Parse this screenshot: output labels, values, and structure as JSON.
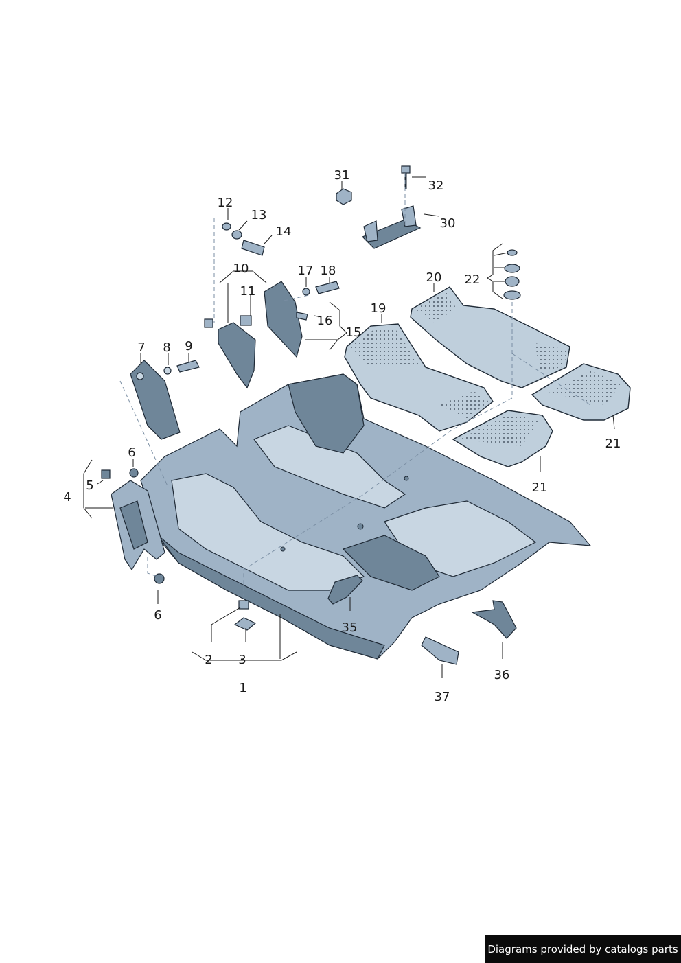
{
  "callouts": [
    {
      "id": "1",
      "text": "1"
    },
    {
      "id": "2",
      "text": "2"
    },
    {
      "id": "3",
      "text": "3"
    },
    {
      "id": "4",
      "text": "4"
    },
    {
      "id": "5",
      "text": "5"
    },
    {
      "id": "6a",
      "text": "6"
    },
    {
      "id": "6b",
      "text": "6"
    },
    {
      "id": "7",
      "text": "7"
    },
    {
      "id": "8",
      "text": "8"
    },
    {
      "id": "9",
      "text": "9"
    },
    {
      "id": "10",
      "text": "10"
    },
    {
      "id": "11",
      "text": "11"
    },
    {
      "id": "12",
      "text": "12"
    },
    {
      "id": "13",
      "text": "13"
    },
    {
      "id": "14",
      "text": "14"
    },
    {
      "id": "15",
      "text": "15"
    },
    {
      "id": "16",
      "text": "16"
    },
    {
      "id": "17",
      "text": "17"
    },
    {
      "id": "18",
      "text": "18"
    },
    {
      "id": "19",
      "text": "19"
    },
    {
      "id": "20",
      "text": "20"
    },
    {
      "id": "21a",
      "text": "21"
    },
    {
      "id": "21b",
      "text": "21"
    },
    {
      "id": "22",
      "text": "22"
    },
    {
      "id": "30",
      "text": "30"
    },
    {
      "id": "31",
      "text": "31"
    },
    {
      "id": "32",
      "text": "32"
    },
    {
      "id": "35",
      "text": "35"
    },
    {
      "id": "36",
      "text": "36"
    },
    {
      "id": "37",
      "text": "37"
    }
  ],
  "footer": {
    "text": "Diagrams provided by catalogs parts"
  },
  "colors": {
    "part": "#9fb3c6",
    "part_dark": "#6f8699",
    "outline": "#1f2a36",
    "badge": "#0b0b0b"
  }
}
